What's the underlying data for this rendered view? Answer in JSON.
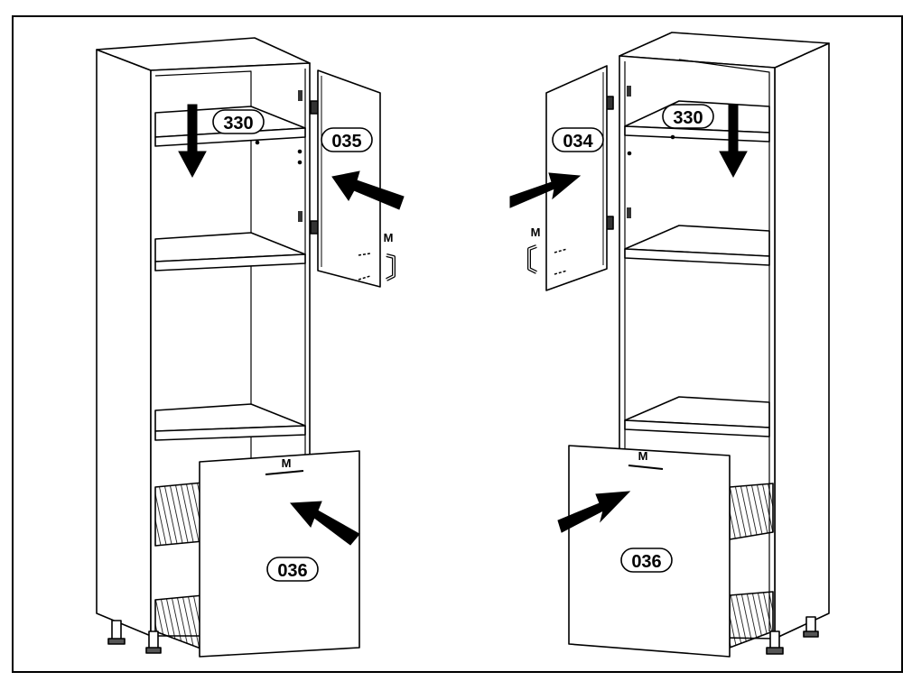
{
  "left_cabinet": {
    "shelf_part": "330",
    "door_part": "035",
    "door_handle_letter": "M",
    "drawer_part": "036",
    "drawer_handle_letter": "M"
  },
  "right_cabinet": {
    "shelf_part": "330",
    "door_part": "034",
    "door_handle_letter": "M",
    "drawer_part": "036",
    "drawer_handle_letter": "M"
  },
  "colors": {
    "stroke": "#000000",
    "fill": "#ffffff",
    "arrow": "#000000"
  }
}
